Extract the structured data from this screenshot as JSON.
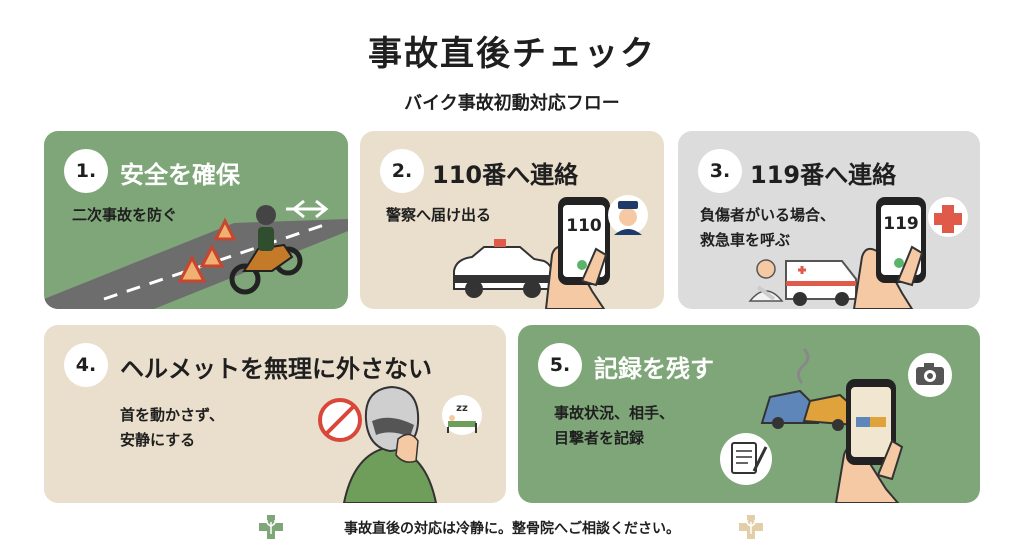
{
  "title": "事故直後チェック",
  "subtitle": "バイク事故初動対応フロー",
  "steps": [
    {
      "number": "1.",
      "heading": "安全を確保",
      "description": "二次事故を防ぐ"
    },
    {
      "number": "2.",
      "heading": "110番へ連絡",
      "description": "警察へ届け出る",
      "phone_text": "110"
    },
    {
      "number": "3.",
      "heading": "119番へ連絡",
      "description": "負傷者がいる場合、\n救急車を呼ぶ",
      "phone_text": "119"
    },
    {
      "number": "4.",
      "heading": "ヘルメットを無理に外さない",
      "description": "首を動かさず、\n安静にする",
      "sleep_text": "zz"
    },
    {
      "number": "5.",
      "heading": "記録を残す",
      "description": "事故状況、相手、\n目撃者を記録"
    }
  ],
  "footer": "事故直後の対応は冷静に。整骨院へご相談ください。",
  "colors": {
    "green": "#7fa679",
    "beige": "#eadfcc",
    "gray": "#dcdcdc",
    "red": "#e05a4a"
  }
}
